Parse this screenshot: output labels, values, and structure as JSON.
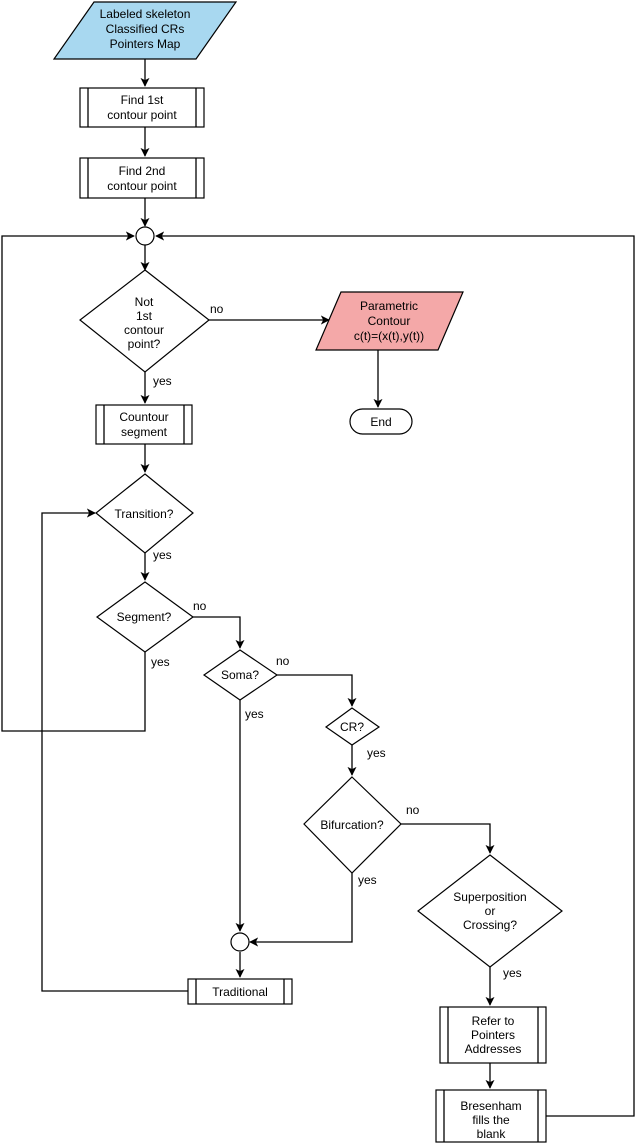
{
  "colors": {
    "input_fill": "#a8d8f0",
    "output_fill": "#f4a8a8",
    "stroke": "#000000"
  },
  "nodes": {
    "input": {
      "lines": [
        "Labeled skeleton",
        "Classified CRs",
        "Pointers Map"
      ]
    },
    "find1": {
      "lines": [
        "Find 1st",
        "contour point"
      ]
    },
    "find2": {
      "lines": [
        "Find 2nd",
        "contour point"
      ]
    },
    "not_first": {
      "lines": [
        "Not",
        "1st",
        "contour",
        "point?"
      ]
    },
    "parametric": {
      "lines": [
        "Parametric",
        "Contour",
        "c(t)=(x(t),y(t))"
      ]
    },
    "end": {
      "lines": [
        "End"
      ]
    },
    "contour_segment": {
      "lines": [
        "Countour",
        "segment"
      ]
    },
    "transition": {
      "lines": [
        "Transition?"
      ]
    },
    "segment": {
      "lines": [
        "Segment?"
      ]
    },
    "soma": {
      "lines": [
        "Soma?"
      ]
    },
    "cr": {
      "lines": [
        "CR?"
      ]
    },
    "bifurcation": {
      "lines": [
        "Bifurcation?"
      ]
    },
    "superposition": {
      "lines": [
        "Superposition",
        "or",
        "Crossing?"
      ]
    },
    "refer": {
      "lines": [
        "Refer to",
        "Pointers",
        "Addresses"
      ]
    },
    "bresenham": {
      "lines": [
        "Bresenham",
        "fills the",
        "blank"
      ]
    },
    "traditional": {
      "lines": [
        "Traditional"
      ]
    }
  },
  "edge_labels": {
    "not_first_no": "no",
    "not_first_yes": "yes",
    "transition_yes": "yes",
    "segment_no": "no",
    "segment_yes": "yes",
    "soma_no": "no",
    "soma_yes": "yes",
    "cr_yes": "yes",
    "bifurcation_no": "no",
    "bifurcation_yes": "yes",
    "superposition_yes": "yes"
  }
}
